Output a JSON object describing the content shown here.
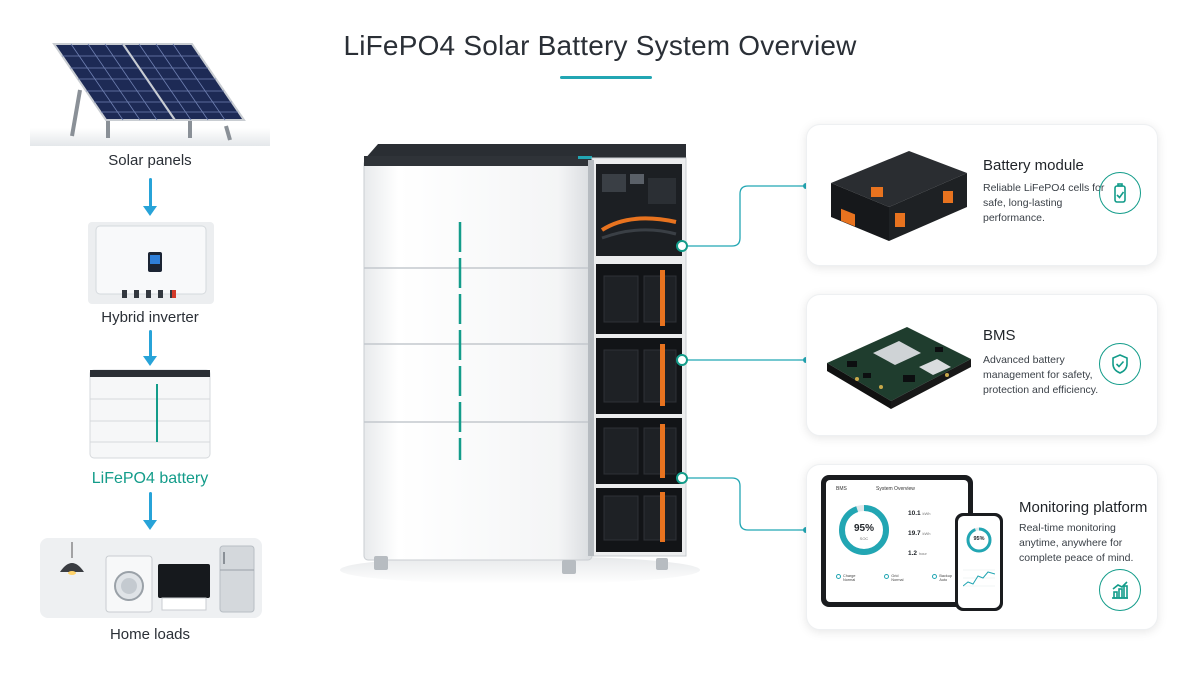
{
  "title": "LiFePO4 Solar Battery System Overview",
  "flow": [
    {
      "label": "Solar panels"
    },
    {
      "label": "Hybrid inverter"
    },
    {
      "label": "LiFePO4 battery"
    },
    {
      "label": "Home loads"
    }
  ],
  "cards": [
    {
      "title": "Battery module",
      "desc": "Reliable LiFePO4 cells for safe, long-lasting performance.",
      "icon": "battery-check-icon"
    },
    {
      "title": "BMS",
      "desc": "Advanced battery management for safety, protection and efficiency.",
      "icon": "shield-check-icon"
    },
    {
      "title": "Monitoring platform",
      "desc": "Real-time monitoring anytime, anywhere for complete peace of mind.",
      "icon": "bar-chart-icon"
    }
  ],
  "monitor": {
    "brand": "BMS",
    "screen_title": "System Overview",
    "soc": "95%",
    "soc_sub": "SOC",
    "stat1": "10.1",
    "stat1_unit": "kWh",
    "stat2": "19.7",
    "stat2_unit": "kWh",
    "stat3": "1.2",
    "stat3_unit": "hour",
    "status1": "Charge",
    "status1_sub": "Normal",
    "status2": "Grid",
    "status2_sub": "Normal",
    "status3": "Backup",
    "status3_sub": "Auto",
    "phone_soc": "95%"
  },
  "colors": {
    "accent": "#139c8a",
    "arrow": "#27a3d8",
    "connector": "#22a6b3"
  }
}
